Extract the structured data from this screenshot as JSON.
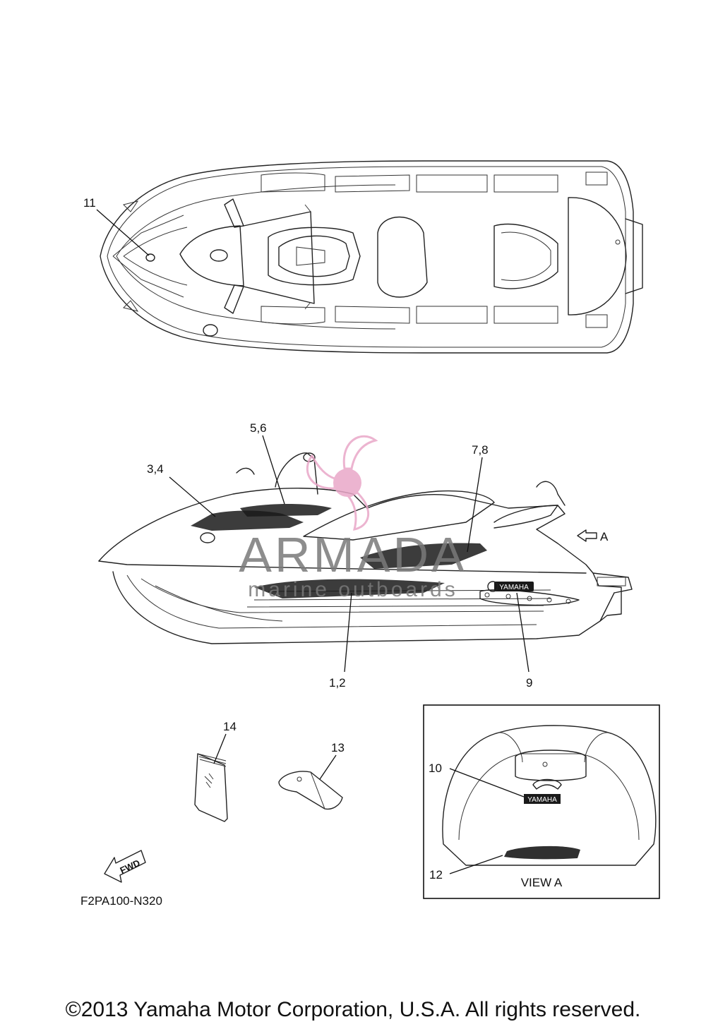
{
  "callouts": {
    "c11": "11",
    "c56": "5,6",
    "c34": "3,4",
    "c78": "7,8",
    "cA": "A",
    "c12a": "1,2",
    "c9": "9",
    "c14": "14",
    "c13": "13",
    "c10": "10",
    "c12": "12"
  },
  "labels": {
    "view_a": "VIEW A",
    "fwd": "FWD",
    "diagram_code": "F2PA100-N320",
    "yamaha_decal_side": "YAMAHA",
    "yamaha_decal_rear": "YAMAHA"
  },
  "watermark": {
    "brand": "ARMADA",
    "tagline": "marine outboards",
    "color": "#e9a7c8"
  },
  "footer": {
    "copyright": "©2013 Yamaha Motor Corporation, U.S.A. All rights reserved."
  }
}
